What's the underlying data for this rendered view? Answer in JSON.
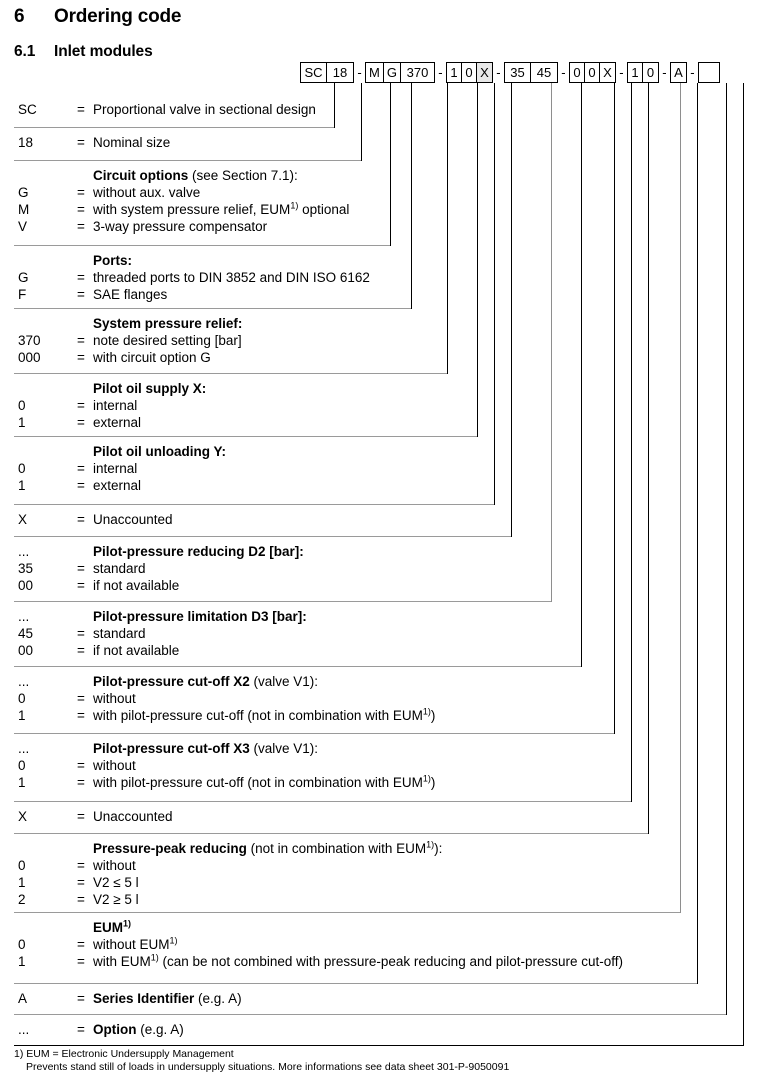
{
  "heading": {
    "section_number": "6",
    "section_title": "Ordering code",
    "subsection_number": "6.1",
    "subsection_title": "Inlet modules"
  },
  "ordering_code": {
    "groups": [
      {
        "cells": [
          {
            "text": "SC",
            "width": "w2"
          },
          {
            "text": "18",
            "width": "w2"
          }
        ]
      },
      {
        "cells": [
          {
            "text": "M",
            "width": "w1"
          },
          {
            "text": "G",
            "width": "w1"
          },
          {
            "text": "370",
            "width": "w3"
          }
        ]
      },
      {
        "cells": [
          {
            "text": "1",
            "width": "w1"
          },
          {
            "text": "0",
            "width": "w1"
          },
          {
            "text": "X",
            "width": "w1",
            "grey": true
          }
        ]
      },
      {
        "cells": [
          {
            "text": "35",
            "width": "w2"
          },
          {
            "text": "45",
            "width": "w2"
          }
        ]
      },
      {
        "cells": [
          {
            "text": "0",
            "width": "w1"
          },
          {
            "text": "0",
            "width": "w1"
          },
          {
            "text": "X",
            "width": "w1"
          }
        ]
      },
      {
        "cells": [
          {
            "text": "1",
            "width": "w1"
          },
          {
            "text": "0",
            "width": "w1"
          }
        ]
      },
      {
        "cells": [
          {
            "text": "A",
            "width": "w1"
          }
        ]
      },
      {
        "cells": [
          {
            "text": "",
            "width": "blank"
          }
        ]
      }
    ],
    "separator": "-"
  },
  "rows": [
    {
      "id": "sc",
      "lines": [
        {
          "code": "SC",
          "eq": "=",
          "desc": "Proportional valve in sectional design",
          "head": false
        }
      ]
    },
    {
      "id": "nominal-size",
      "lines": [
        {
          "code": "18",
          "eq": "=",
          "desc": "Nominal size",
          "head": false
        }
      ]
    },
    {
      "id": "circuit-options",
      "lines": [
        {
          "code": "",
          "eq": "",
          "desc": "Circuit options",
          "desc_reg": " (see Section 7.1):",
          "head": true
        },
        {
          "code": "G",
          "eq": "=",
          "desc": "without aux. valve",
          "head": false
        },
        {
          "code": "M",
          "eq": "=",
          "desc": "with system pressure relief, EUM",
          "sup": "1)",
          "desc_tail": " optional",
          "head": false
        },
        {
          "code": "V",
          "eq": "=",
          "desc": "3-way pressure compensator",
          "head": false
        }
      ]
    },
    {
      "id": "ports",
      "lines": [
        {
          "code": "",
          "eq": "",
          "desc": "Ports:",
          "head": true
        },
        {
          "code": "G",
          "eq": "=",
          "desc": "threaded ports to DIN 3852 and DIN ISO 6162",
          "head": false
        },
        {
          "code": "F",
          "eq": "=",
          "desc": "SAE flanges",
          "head": false
        }
      ]
    },
    {
      "id": "system-pressure-relief",
      "lines": [
        {
          "code": "",
          "eq": "",
          "desc": "System pressure relief:",
          "head": true
        },
        {
          "code": "370",
          "eq": "=",
          "desc": "note desired setting [bar]",
          "head": false
        },
        {
          "code": "000",
          "eq": "=",
          "desc": "with circuit option G",
          "head": false
        }
      ]
    },
    {
      "id": "pilot-oil-supply-x",
      "lines": [
        {
          "code": "",
          "eq": "",
          "desc": "Pilot oil supply X:",
          "head": true
        },
        {
          "code": "0",
          "eq": "=",
          "desc": "internal",
          "head": false
        },
        {
          "code": "1",
          "eq": "=",
          "desc": "external",
          "head": false
        }
      ]
    },
    {
      "id": "pilot-oil-unloading-y",
      "lines": [
        {
          "code": "",
          "eq": "",
          "desc": "Pilot oil unloading Y:",
          "head": true
        },
        {
          "code": "0",
          "eq": "=",
          "desc": "internal",
          "head": false
        },
        {
          "code": "1",
          "eq": "=",
          "desc": "external",
          "head": false
        }
      ]
    },
    {
      "id": "unaccounted-1",
      "lines": [
        {
          "code": "X",
          "eq": "=",
          "desc": "Unaccounted",
          "head": false
        }
      ]
    },
    {
      "id": "pilot-pressure-reducing-d2",
      "lines": [
        {
          "code": "...",
          "eq": "",
          "desc": "Pilot-pressure reducing D2 [bar]:",
          "head": true
        },
        {
          "code": "35",
          "eq": "=",
          "desc": "standard",
          "head": false
        },
        {
          "code": "00",
          "eq": "=",
          "desc": "if not available",
          "head": false
        }
      ]
    },
    {
      "id": "pilot-pressure-limitation-d3",
      "lines": [
        {
          "code": "...",
          "eq": "",
          "desc": "Pilot-pressure limitation D3 [bar]:",
          "head": true
        },
        {
          "code": "45",
          "eq": "=",
          "desc": "standard",
          "head": false
        },
        {
          "code": "00",
          "eq": "=",
          "desc": "if not available",
          "head": false
        }
      ]
    },
    {
      "id": "pilot-pressure-cut-off-x2",
      "lines": [
        {
          "code": "...",
          "eq": "",
          "desc": "Pilot-pressure cut-off X2",
          "desc_reg": " (valve V1):",
          "head": true
        },
        {
          "code": "0",
          "eq": "=",
          "desc": "without",
          "head": false
        },
        {
          "code": "1",
          "eq": "=",
          "desc": "with pilot-pressure cut-off (not in combination with EUM",
          "sup": "1)",
          "desc_tail": ")",
          "head": false
        }
      ]
    },
    {
      "id": "pilot-pressure-cut-off-x3",
      "lines": [
        {
          "code": "...",
          "eq": "",
          "desc": "Pilot-pressure cut-off X3",
          "desc_reg": " (valve V1):",
          "head": true
        },
        {
          "code": "0",
          "eq": "=",
          "desc": "without",
          "head": false
        },
        {
          "code": "1",
          "eq": "=",
          "desc": "with pilot-pressure cut-off (not in combination with EUM",
          "sup": "1)",
          "desc_tail": ")",
          "head": false
        }
      ]
    },
    {
      "id": "unaccounted-2",
      "lines": [
        {
          "code": "X",
          "eq": "=",
          "desc": "Unaccounted",
          "head": false
        }
      ]
    },
    {
      "id": "pressure-peak-reducing",
      "lines": [
        {
          "code": "",
          "eq": "",
          "desc": "Pressure-peak reducing",
          "desc_reg": " (not in combination with EUM",
          "sup": "1)",
          "desc_tail": "):",
          "head": true
        },
        {
          "code": "0",
          "eq": "=",
          "desc": "without",
          "head": false
        },
        {
          "code": "1",
          "eq": "=",
          "desc": "V2 ≤ 5 l",
          "head": false
        },
        {
          "code": "2",
          "eq": "=",
          "desc": "V2 ≥ 5 l",
          "head": false
        }
      ]
    },
    {
      "id": "eum",
      "lines": [
        {
          "code": "",
          "eq": "",
          "desc": "EUM",
          "sup": "1)",
          "head": true
        },
        {
          "code": "0",
          "eq": "=",
          "desc": "without EUM",
          "sup": "1)",
          "head": false
        },
        {
          "code": "1",
          "eq": "=",
          "desc": "with EUM",
          "sup": "1)",
          "desc_tail": " (can be not combined with pressure-peak reducing and pilot-pressure cut-off)",
          "head": false
        }
      ]
    },
    {
      "id": "series-identifier",
      "lines": [
        {
          "code": "A",
          "eq": "=",
          "desc": "Series Identifier",
          "desc_reg": " (e.g. A)",
          "head": true
        }
      ]
    },
    {
      "id": "option",
      "lines": [
        {
          "code": "...",
          "eq": "=",
          "desc": "Option",
          "desc_reg": " (e.g. A)",
          "head": true
        }
      ]
    }
  ],
  "footnote": {
    "line1": "1) EUM = Electronic Undersupply Management",
    "line2": "Prevents stand still of loads in undersupply situations. More informations see data sheet 301-P-9050091"
  }
}
